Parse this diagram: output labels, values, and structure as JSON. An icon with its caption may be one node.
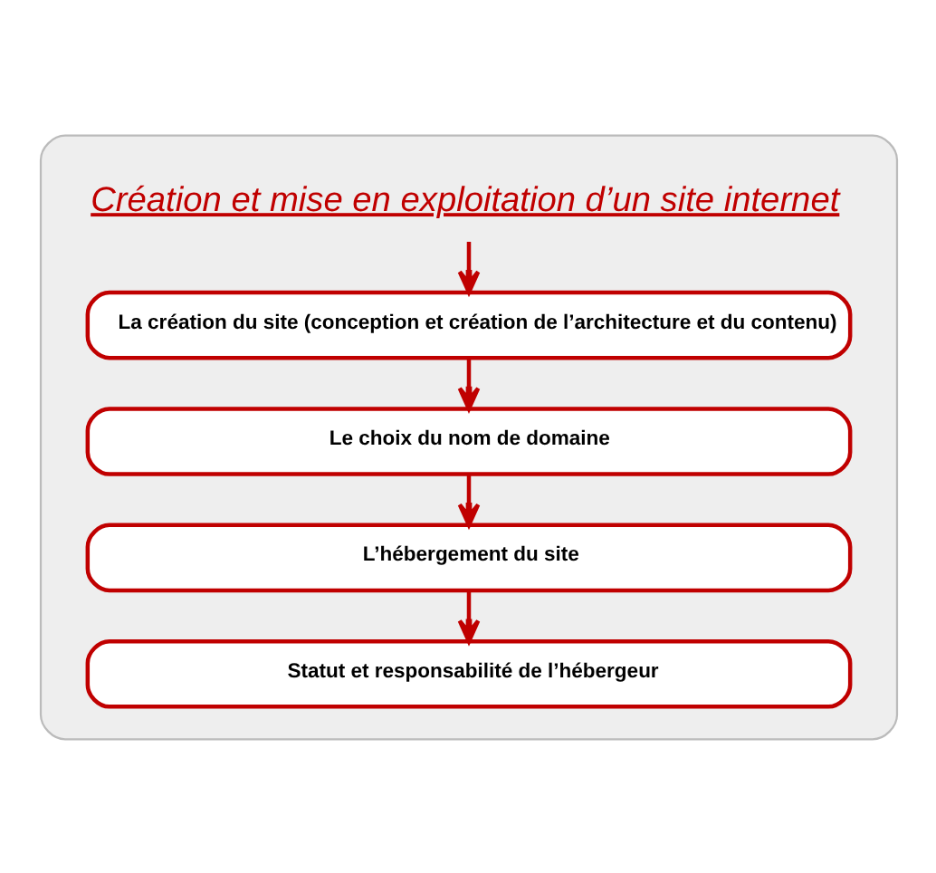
{
  "diagram": {
    "nodes": [
      {
        "text": [],
        "shape": "box"
      },
      {
        "text": [
          "Création et mise en exploitation d’un site internet"
        ],
        "in": 0
      },
      {
        "text": [
          "La création du site (conception et création de l’architecture et du contenu)"
        ],
        "in": 0
      },
      {
        "text": [
          "Le choix du nom de domaine"
        ],
        "in": 0
      },
      {
        "text": [
          "L’hébergement du site"
        ],
        "in": 0
      },
      {
        "text": [
          "Statut et responsabilité de l’hébergeur"
        ],
        "in": 0
      }
    ],
    "edges": [
      {
        "from": 1,
        "to": 2,
        "arrow": "to"
      },
      {
        "from": 2,
        "to": 3,
        "arrow": "to"
      },
      {
        "from": 3,
        "to": 4,
        "arrow": "to"
      },
      {
        "from": 4,
        "to": 5,
        "arrow": "to"
      }
    ]
  }
}
